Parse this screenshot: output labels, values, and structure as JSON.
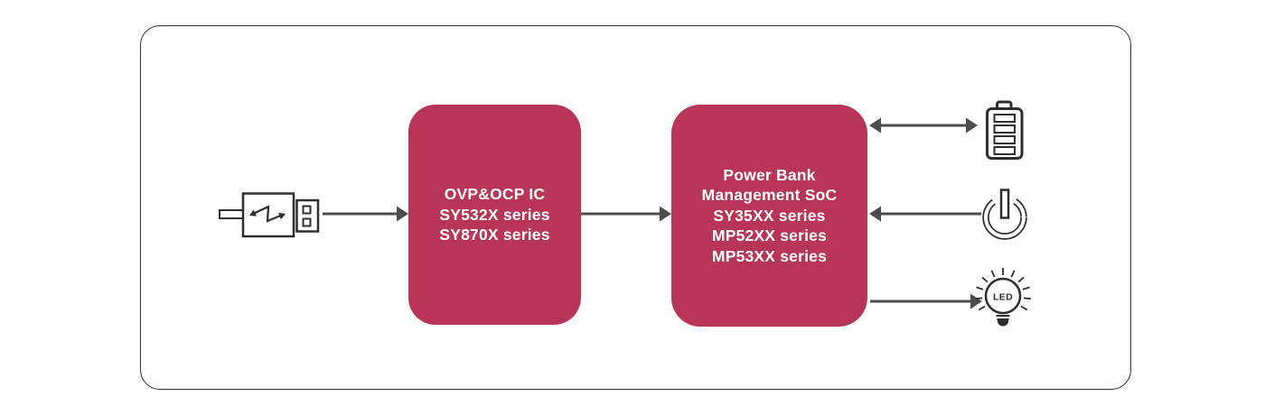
{
  "palette": {
    "background": "#ffffff",
    "frame_border": "#2e2e2e",
    "block_fill": "#b93558",
    "block_text": "#ffffff",
    "arrow": "#4d4d4d",
    "icon_stroke": "#2e2e2e"
  },
  "diagram": {
    "source": {
      "icon": "usb-charger-plug-icon"
    },
    "blocks": [
      {
        "id": "ovp-ocp-ic",
        "lines": [
          "OVP&OCP IC",
          "SY532X series",
          "SY870X series"
        ]
      },
      {
        "id": "power-bank-soc",
        "lines": [
          "Power Bank",
          "Management SoC",
          "SY35XX series",
          "MP52XX series",
          "MP53XX series"
        ]
      }
    ],
    "connections": [
      {
        "from": "usb-charger-input",
        "to": "ovp-ocp-ic",
        "direction": "right"
      },
      {
        "from": "ovp-ocp-ic",
        "to": "power-bank-soc",
        "direction": "right"
      },
      {
        "from": "power-bank-soc",
        "to": "battery",
        "direction": "both"
      },
      {
        "from": "power-button",
        "to": "power-bank-soc",
        "direction": "left"
      },
      {
        "from": "power-bank-soc",
        "to": "led-indicator",
        "direction": "right"
      }
    ],
    "outputs": [
      {
        "icon": "battery-icon"
      },
      {
        "icon": "power-button-icon"
      },
      {
        "icon": "led-bulb-icon",
        "label": "LED"
      }
    ]
  }
}
